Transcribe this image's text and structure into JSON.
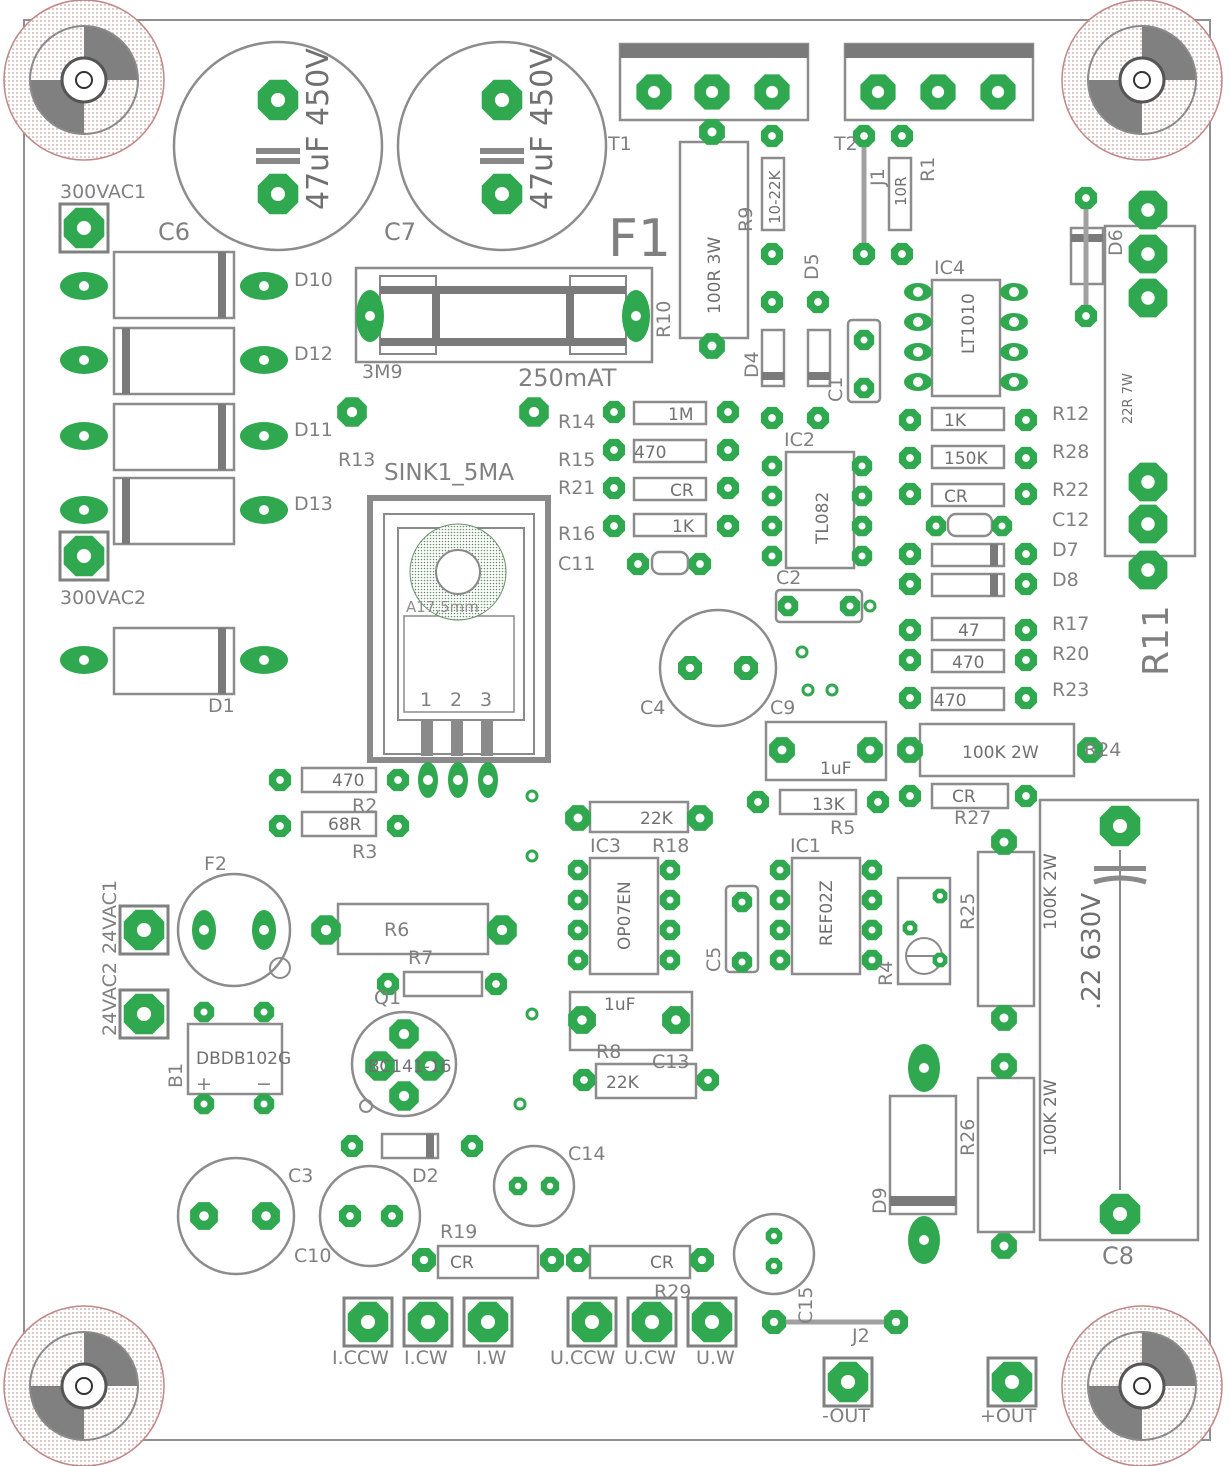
{
  "board": {
    "colors": {
      "pad": "#2fa84f",
      "silk": "#808080",
      "background": "#ffffff"
    }
  },
  "labels": {
    "F1": "F1",
    "F1_rating": "250mAT",
    "F1_pkg": "3M9",
    "C6": "C6",
    "C7": "C7",
    "C6_val": "47uF 450V",
    "C7_val": "47uF 450V",
    "VAC300_1": "300VAC1",
    "VAC300_2": "300VAC2",
    "D10": "D10",
    "D12": "D12",
    "D11": "D11",
    "D13": "D13",
    "D1": "D1",
    "R13": "R13",
    "SINK1": "SINK1_5MA",
    "A17": "A17,5mm",
    "T1": "T1",
    "T2": "T2",
    "R10": "R10",
    "R10_val": "100R 3W",
    "R9": "R9",
    "R9_val": "10-22K",
    "J1": "J1",
    "R1": "R1",
    "R1_val": "10R",
    "D6": "D6",
    "D5": "D5",
    "D4": "D4",
    "C1": "C1",
    "IC4": "IC4",
    "IC4_val": "LT1010",
    "R11": "R11",
    "R11_val": "22R 7W",
    "R14": "R14",
    "R14_val": "1M",
    "R15": "R15",
    "R15_val": "470",
    "R21": "R21",
    "R21_val": "CR",
    "R16": "R16",
    "R16_val": "1K",
    "C11": "C11",
    "IC2": "IC2",
    "IC2_val": "TL082",
    "R12": "R12",
    "R12_val": "1K",
    "R28": "R28",
    "R28_val": "150K",
    "R22": "R22",
    "R22_val": "CR",
    "C12": "C12",
    "D7": "D7",
    "D8": "D8",
    "R17": "R17",
    "R17_val": "47",
    "R20": "R20",
    "R20_val": "470",
    "R23": "R23",
    "R23_val": "470",
    "C2": "C2",
    "C4": "C4",
    "C9": "C9",
    "C9_val": "1uF",
    "R24": "R24",
    "R24_val": "100K 2W",
    "R5": "R5",
    "R5_val": "13K",
    "R27": "R27",
    "R27_val": "CR",
    "pin1": "1",
    "pin2": "2",
    "pin3": "3",
    "R2": "R2",
    "R2_val": "470",
    "R3": "R3",
    "R3_val": "68R",
    "IC3": "IC3",
    "IC3_val": "OP07EN",
    "R18": "R18",
    "R18_val": "22K",
    "IC1": "IC1",
    "IC1_val": "REF02Z",
    "C5": "C5",
    "R4": "R4",
    "R25": "R25",
    "R25_val": "100K 2W",
    "C8": "C8",
    "C8_val": ".22 630V",
    "F2": "F2",
    "VAC24_1": "24VAC1",
    "VAC24_2": "24VAC2",
    "R6": "R6",
    "R7": "R7",
    "Q1": "Q1",
    "Q1_val": "BC141-16",
    "B1": "B1",
    "B1_val": "DBDB102G",
    "B1_plus": "+",
    "B1_minus": "−",
    "C13": "C13",
    "C13_val": "1uF",
    "R8": "R8",
    "R8_val": "22K",
    "D9": "D9",
    "R26": "R26",
    "R26_val": "100K 2W",
    "C3": "C3",
    "C10": "C10",
    "D2": "D2",
    "C14": "C14",
    "R19": "R19",
    "R19_val": "CR",
    "R29": "R29",
    "R29_val": "CR",
    "C15": "C15",
    "J2": "J2",
    "ICCW": "I.CCW",
    "ICW": "I.CW",
    "IW": "I.W",
    "UCCW": "U.CCW",
    "UCW": "U.CW",
    "UW": "U.W",
    "OUTm": "-OUT",
    "OUTp": "+OUT"
  }
}
